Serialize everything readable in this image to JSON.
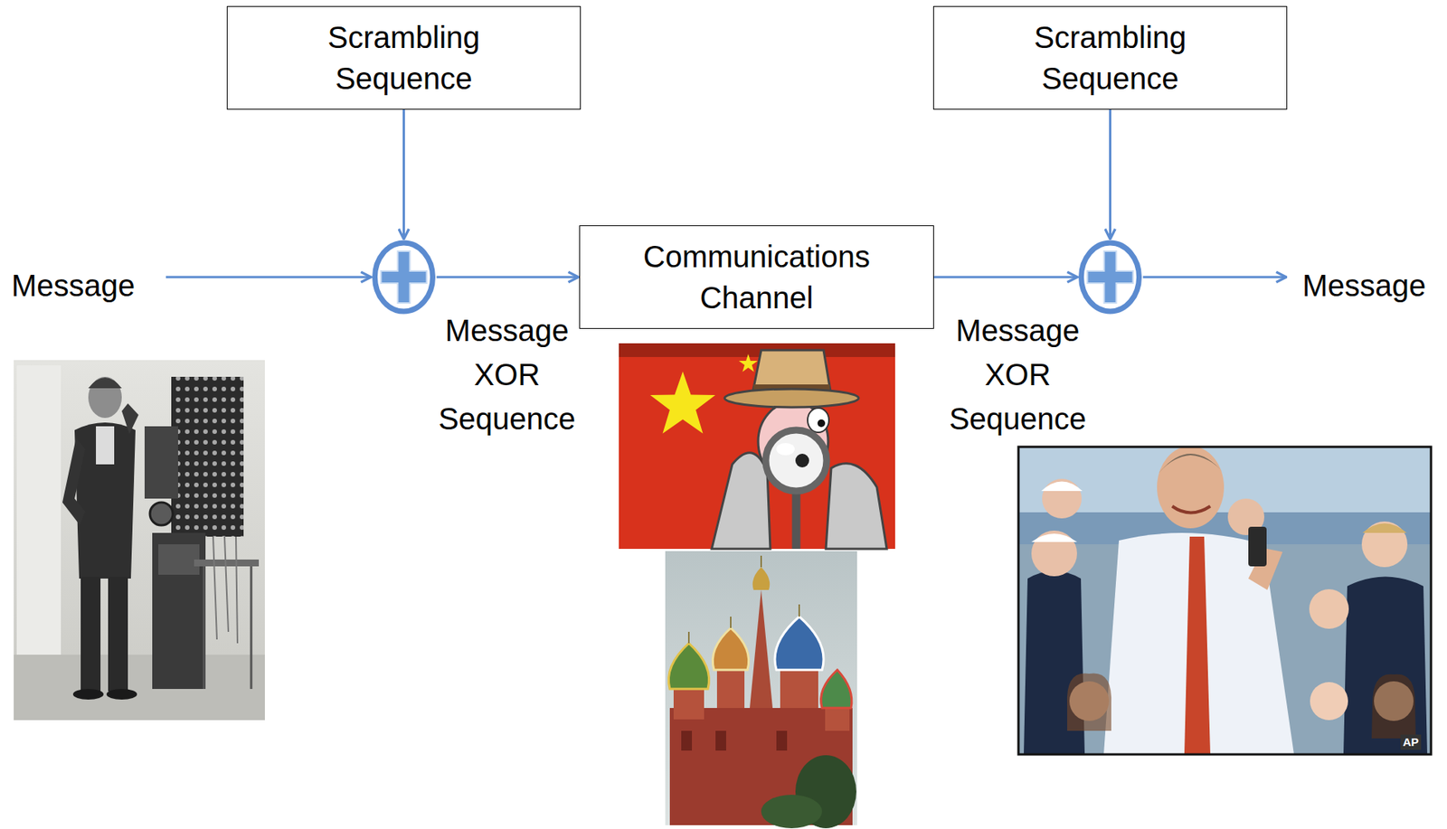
{
  "diagram": {
    "nodes": [
      {
        "text": [
          "Scrambling Sequence"
        ]
      },
      {
        "text": [
          "Scrambling Sequence"
        ]
      },
      {
        "text": [
          "Communications Channel"
        ]
      }
    ],
    "edges": [
      {
        "from": 0,
        "to": 2,
        "arrow": "to"
      }
    ],
    "labels": [
      "Message",
      "Message XOR Sequence",
      "Message XOR Sequence",
      "Message",
      "AP"
    ]
  }
}
